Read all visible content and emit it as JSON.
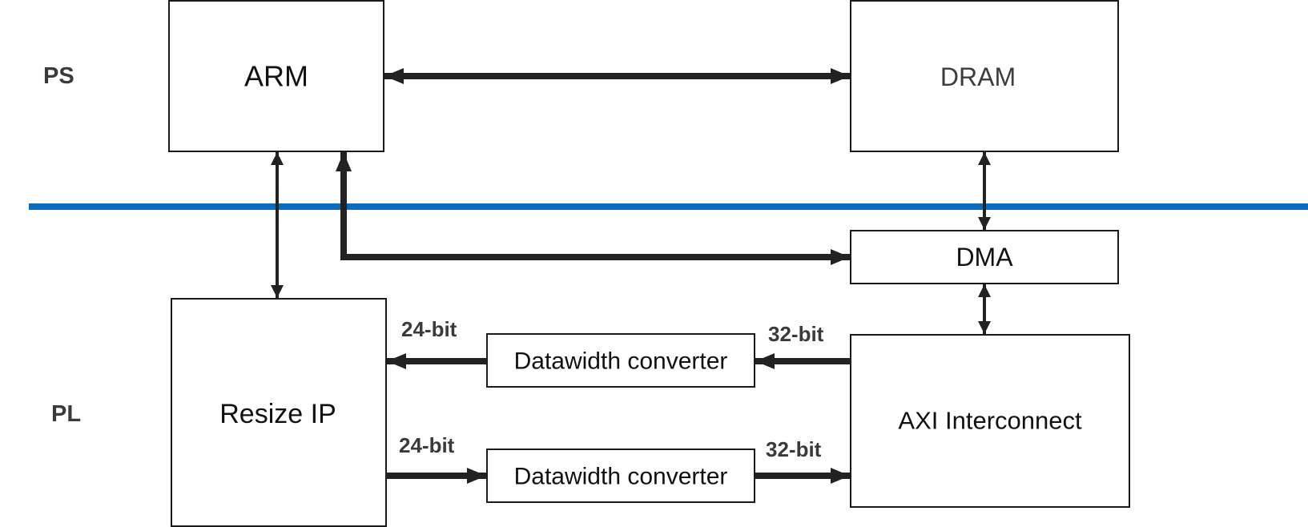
{
  "domains": {
    "ps": "PS",
    "pl": "PL"
  },
  "blocks": {
    "arm": "ARM",
    "dram": "DRAM",
    "dma": "DMA",
    "resize_ip": "Resize IP",
    "dwc_top": "Datawidth converter",
    "dwc_bottom": "Datawidth converter",
    "axi_interconnect": "AXI Interconnect"
  },
  "bus_widths": {
    "top_left": "24-bit",
    "top_right": "32-bit",
    "bottom_left": "24-bit",
    "bottom_right": "32-bit"
  },
  "colors": {
    "divider": "#0a6cc0",
    "arrow": "#222222",
    "box_border": "#1a1a1a"
  }
}
